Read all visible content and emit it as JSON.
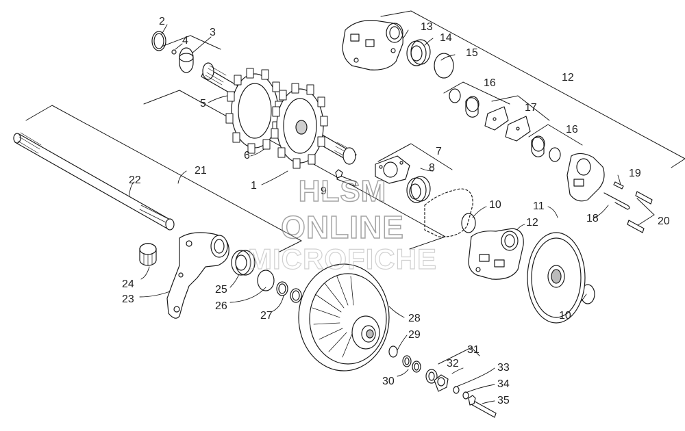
{
  "diagram": {
    "kind": "exploded-parts",
    "callouts": [
      "1",
      "2",
      "3",
      "4",
      "5",
      "6",
      "7",
      "8",
      "9",
      "10",
      "10",
      "11",
      "12",
      "12",
      "13",
      "14",
      "15",
      "16",
      "16",
      "17",
      "18",
      "19",
      "20",
      "21",
      "22",
      "23",
      "24",
      "25",
      "26",
      "27",
      "28",
      "29",
      "30",
      "31",
      "32",
      "33",
      "34",
      "35"
    ]
  },
  "watermark": {
    "line1": "HLSM",
    "line2": "ONLINE",
    "line3": "MICROFICHE"
  },
  "colors": {
    "line": "#1a1a1a",
    "part_fill": "#ffffff",
    "shade": "#9a9a9a",
    "watermark_stroke": "#5a5a5a"
  }
}
